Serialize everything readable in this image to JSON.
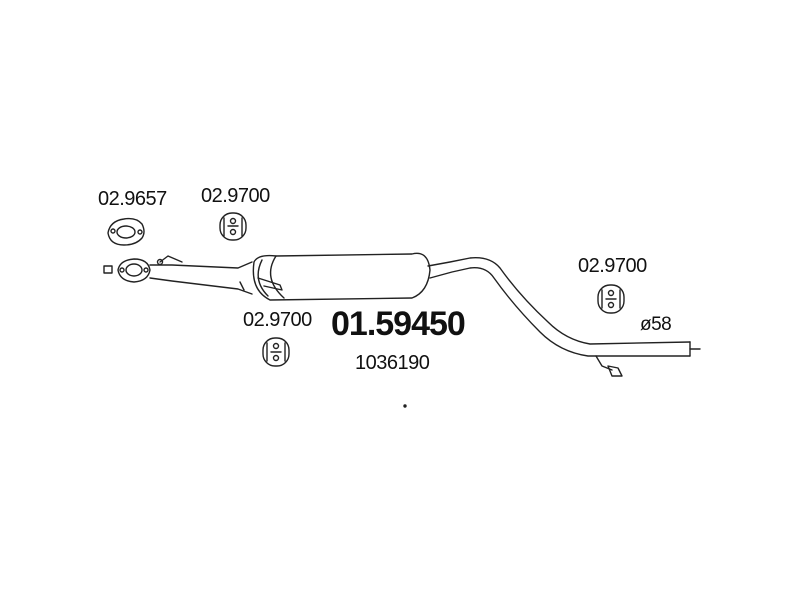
{
  "diagram": {
    "main_part_number": "01.59450",
    "alt_part_number": "1036190",
    "gasket_part": "02.9657",
    "hanger_part_left_top": "02.9700",
    "hanger_part_left_bottom": "02.9700",
    "hanger_part_right": "02.9700",
    "pipe_diameter": "ø58"
  },
  "colors": {
    "line": "#222222",
    "background": "#ffffff"
  }
}
